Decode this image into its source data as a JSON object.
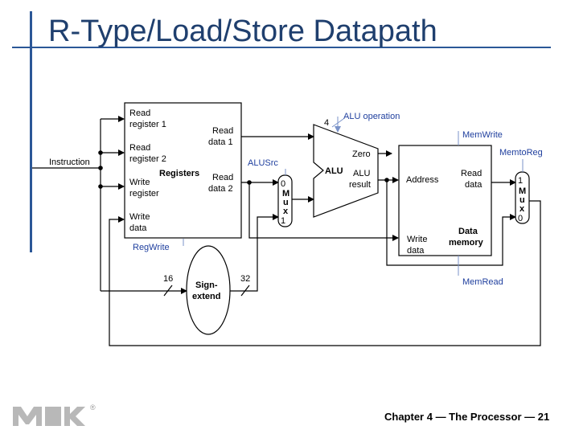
{
  "slide": {
    "title": "R-Type/Load/Store Datapath",
    "footer": "Chapter 4 — The Processor — 21",
    "logo_text": "MK",
    "logo_mark": "®"
  },
  "diagram": {
    "registers": {
      "read_reg1": [
        "Read",
        "register 1"
      ],
      "read_reg2": [
        "Read",
        "register 2"
      ],
      "write_reg": [
        "Write",
        "register"
      ],
      "write_data": [
        "Write",
        "data"
      ],
      "read_data1": [
        "Read",
        "data 1"
      ],
      "read_data2": [
        "Read",
        "data 2"
      ],
      "name": "Registers"
    },
    "instruction_label": "Instruction",
    "regwrite_label": "RegWrite",
    "alusrc_label": "ALUSrc",
    "alu_op_label": "ALU operation",
    "alu_op_bits": "4",
    "alu": {
      "name": "ALU",
      "zero": "Zero",
      "result": [
        "ALU",
        "result"
      ]
    },
    "mux1": {
      "in0": "0",
      "in1": "1",
      "letters": [
        "M",
        "u",
        "x"
      ]
    },
    "mux2": {
      "in0": "0",
      "in1": "1",
      "letters": [
        "M",
        "u",
        "x"
      ]
    },
    "memory": {
      "address": "Address",
      "read_data": [
        "Read",
        "data"
      ],
      "write_data": [
        "Write",
        "data"
      ],
      "name": [
        "Data",
        "memory"
      ]
    },
    "memwrite_label": "MemWrite",
    "memtoreg_label": "MemtoReg",
    "memread_label": "MemRead",
    "sign_extend": [
      "Sign-",
      "extend"
    ],
    "bits_in": "16",
    "bits_out": "32"
  },
  "colors": {
    "title": "#1f3f6e",
    "accent_bar": "#2b5797",
    "control": "#1f3f9e",
    "logo": "#b8b8b8"
  }
}
